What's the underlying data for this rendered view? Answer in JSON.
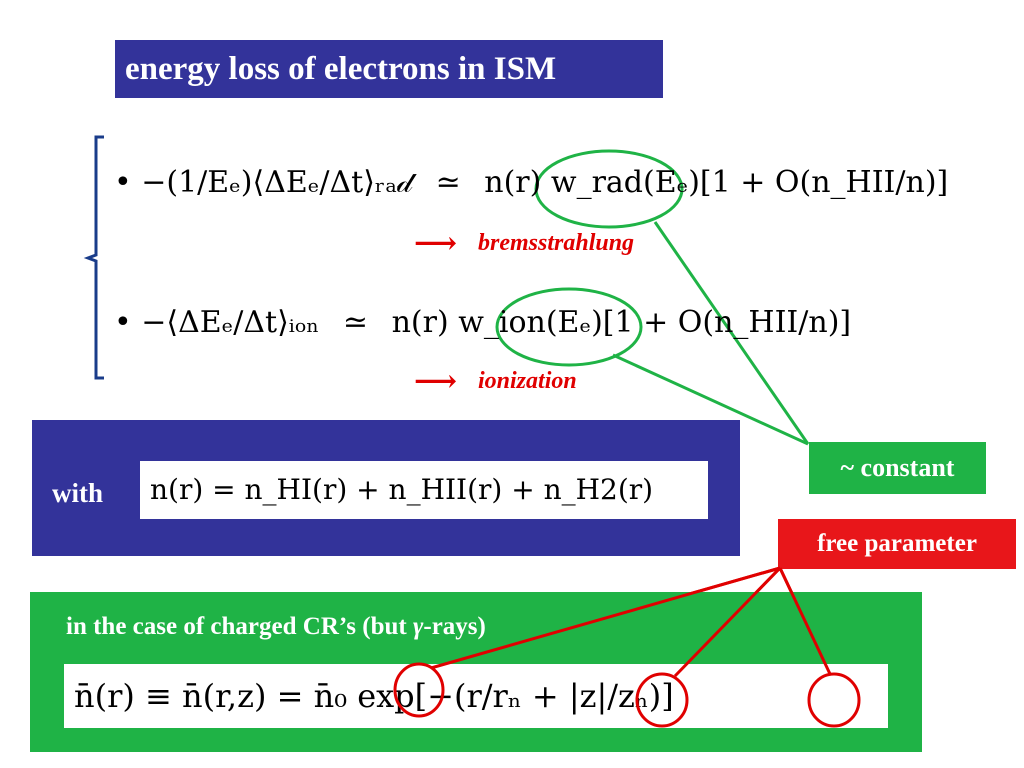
{
  "title": "energy loss of electrons in ISM",
  "eq_rad": {
    "lhs": "• −(1/Eₑ)⟨ΔEₑ/Δt⟩ᵣₐ𝒹",
    "rel": "≃",
    "rhs": "n(r) w_rad(Eₑ)[1 + O(n_HII/n)]",
    "label": "bremsstrahlung"
  },
  "eq_ion": {
    "lhs": "• −⟨ΔEₑ/Δt⟩ᵢₒₙ",
    "rel": "≃",
    "rhs": "n(r) w_ion(Eₑ)[1 + O(n_HII/n)]",
    "label": "ionization"
  },
  "with_box": {
    "label": "with",
    "equation": "n(r) = n_HI(r) + n_HII(r) + n_H2(r)"
  },
  "constant_label": "~ constant",
  "free_label": "free parameter",
  "case_box": {
    "label_pre": "in the case of  charged CR’s  (but ",
    "gamma": "γ",
    "label_post": "-rays)",
    "equation": "n̄(r) ≡ n̄(r,z) = n̄₀ exp[−(r/rₙ + |z|/zₙ)]"
  },
  "colors": {
    "title_bg": "#33339a",
    "accent_red": "#e00000",
    "green": "#1fb346",
    "red_box": "#e8161a"
  }
}
